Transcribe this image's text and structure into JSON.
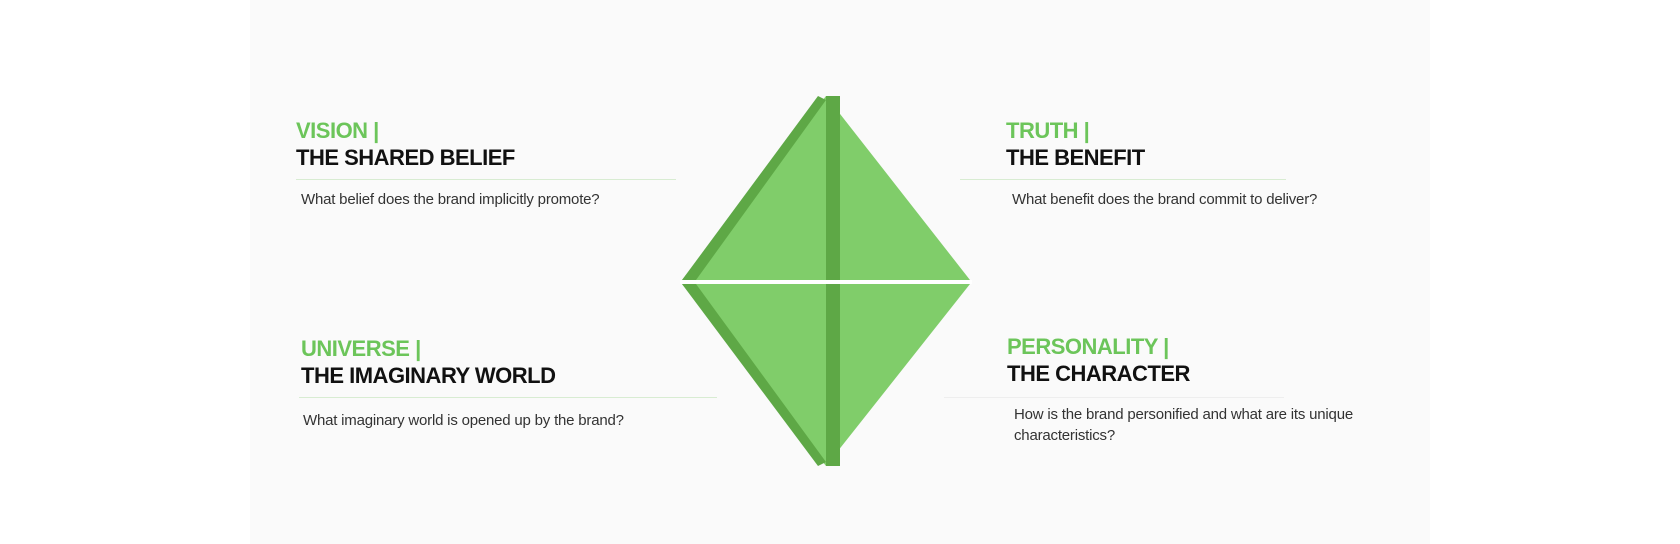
{
  "colors": {
    "accent": "#6cc55a",
    "diamond_light": "#80cd6a",
    "diamond_dark": "#5ea846",
    "rule": "#d8ecd2"
  },
  "quadrants": {
    "vision": {
      "kicker": "VISION |",
      "title": "THE SHARED BELIEF",
      "question": "What belief does the brand implicitly promote?"
    },
    "truth": {
      "kicker": "TRUTH |",
      "title": "THE BENEFIT",
      "question": "What benefit does the brand commit to deliver?"
    },
    "universe": {
      "kicker": "UNIVERSE |",
      "title": "THE IMAGINARY WORLD",
      "question": "What imaginary world is opened up by the brand?"
    },
    "personality": {
      "kicker": "PERSONALITY |",
      "title": "THE CHARACTER",
      "question": "How is the brand personified and what are its unique characteristics?"
    }
  }
}
